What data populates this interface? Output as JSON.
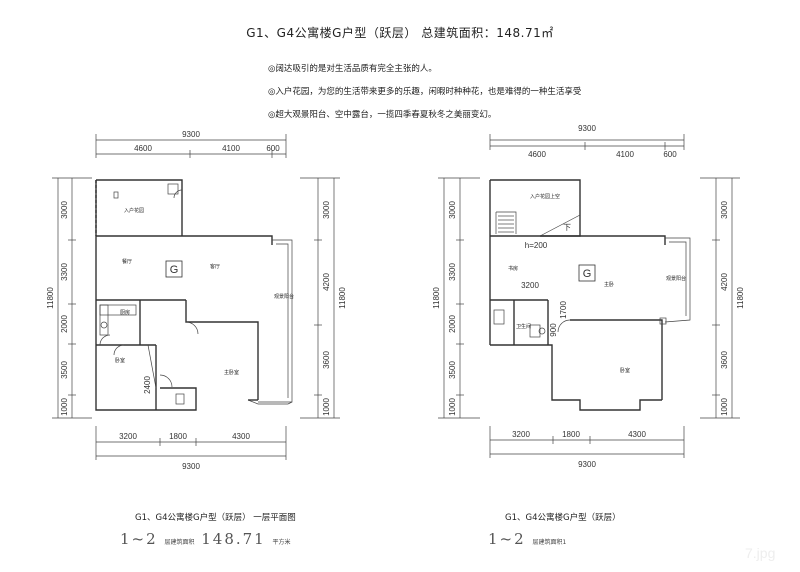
{
  "title": "G1、G4公寓楼G户型（跃层） 总建筑面积：148.71㎡",
  "notes": [
    "◎阔达吸引的是对生活品质有完全主张的人。",
    "◎入户花园，为您的生活带来更多的乐趣，闲暇时种种花，也是难得的一种生活享受",
    "◎超大观景阳台、空中露台，一揽四季春夏秋冬之美丽变幻。"
  ],
  "plan_left": {
    "top_total": "9300",
    "top_segments": [
      "4600",
      "4100",
      "600"
    ],
    "left_segments": [
      "3000",
      "3300",
      "2000",
      "3500",
      "1000"
    ],
    "right_segments": [
      "3000",
      "4200",
      "3600",
      "1000"
    ],
    "overall_left": "11800",
    "overall_right": "11800",
    "bottom_segments": [
      "3200",
      "1800",
      "4300"
    ],
    "bottom_total": "9300",
    "inner_dim": "2400",
    "unit_mark": "G",
    "rooms": [
      "入户花园",
      "餐厅",
      "客厅",
      "观景阳台",
      "厨房",
      "卧室",
      "主卧室"
    ],
    "caption": "G1、G4公寓楼G户型（跃层） 一层平面图",
    "area_prefix": "1~2",
    "area_label": "层建筑面积",
    "area_value": "148.71",
    "area_unit": "平方米"
  },
  "plan_right": {
    "top_total": "9300",
    "top_segments": [
      "4600",
      "4100",
      "600"
    ],
    "left_segments": [
      "3000",
      "3300",
      "2000",
      "3500",
      "1000"
    ],
    "right_segments": [
      "3000",
      "4200",
      "3600",
      "1000"
    ],
    "overall_left": "11800",
    "overall_right": "11800",
    "bottom_segments": [
      "3200",
      "1800",
      "4300"
    ],
    "bottom_total": "9300",
    "inner_dims": [
      "h=200",
      "3200",
      "1700",
      "900"
    ],
    "stair_mark": "下",
    "unit_mark": "G",
    "rooms": [
      "入户花园上空",
      "书房",
      "主卧",
      "观景阳台",
      "卫生间",
      "卧室"
    ],
    "caption": "G1、G4公寓楼G户型（跃层）",
    "area_prefix": "1~2",
    "area_label": "层建筑面积1"
  },
  "watermark": "7.jpg"
}
